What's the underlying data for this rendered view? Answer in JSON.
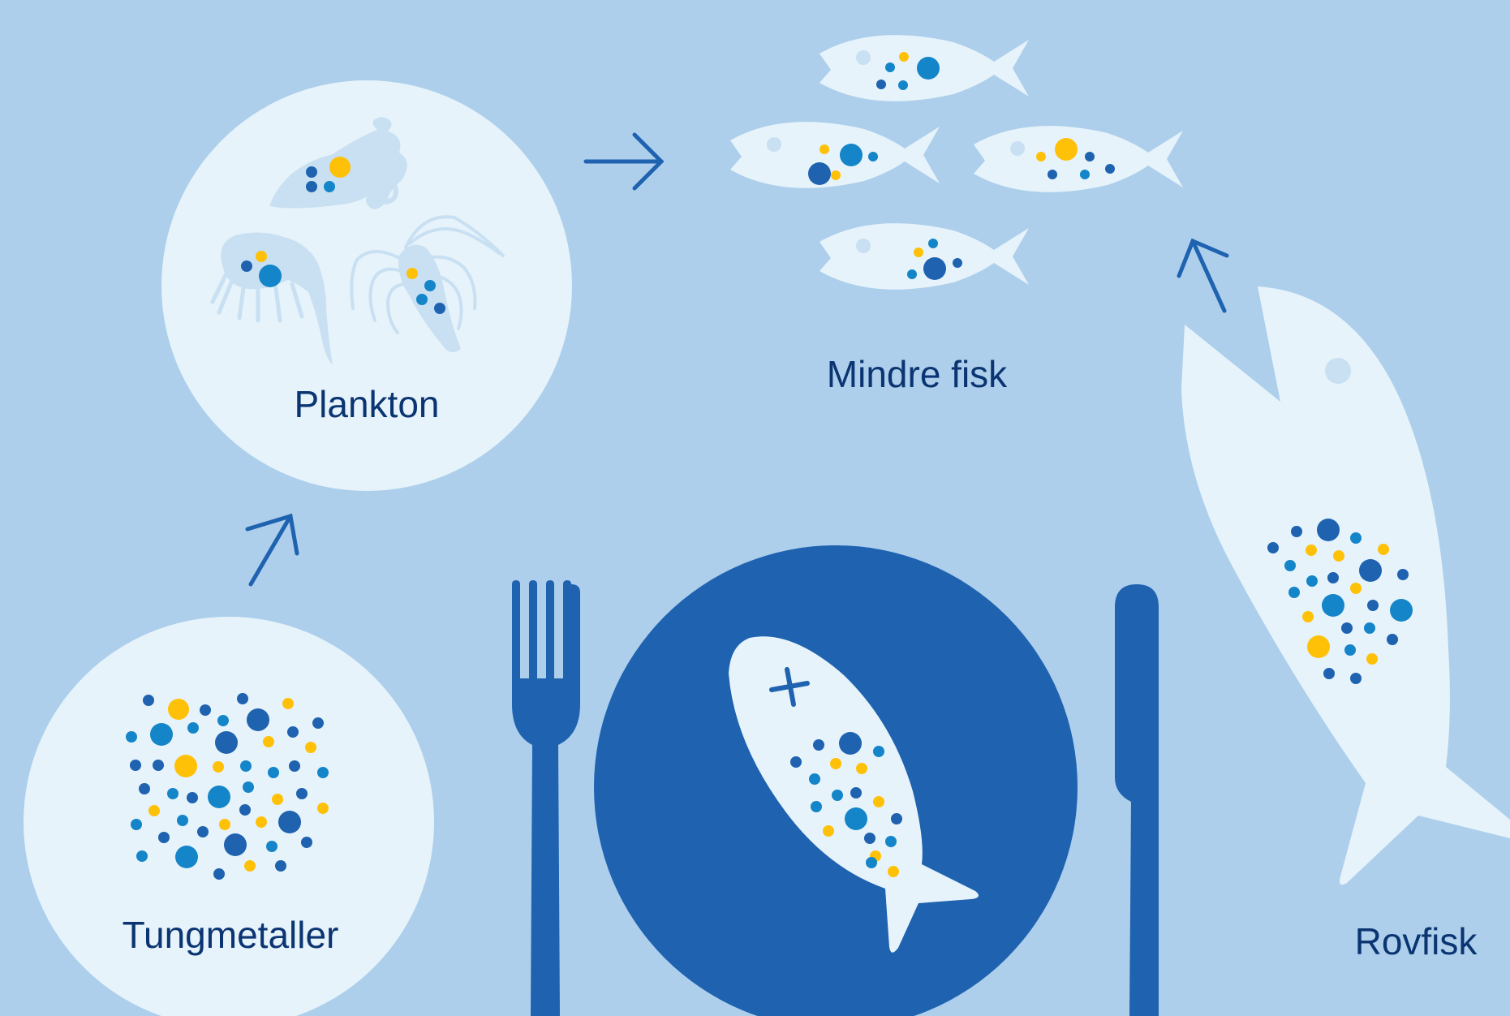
{
  "labels": {
    "plankton": "Plankton",
    "small_fish": "Mindre fisk",
    "heavy_metals": "Tungmetaller",
    "predator_fish": "Rovfisk"
  },
  "colors": {
    "background": "#ADCFEB",
    "light": "#E6F3FB",
    "faint": "#C8E0F2",
    "dark_blue": "#1E62B0",
    "mid_blue": "#1485C8",
    "yellow": "#FFC107",
    "text": "#0B3572"
  }
}
